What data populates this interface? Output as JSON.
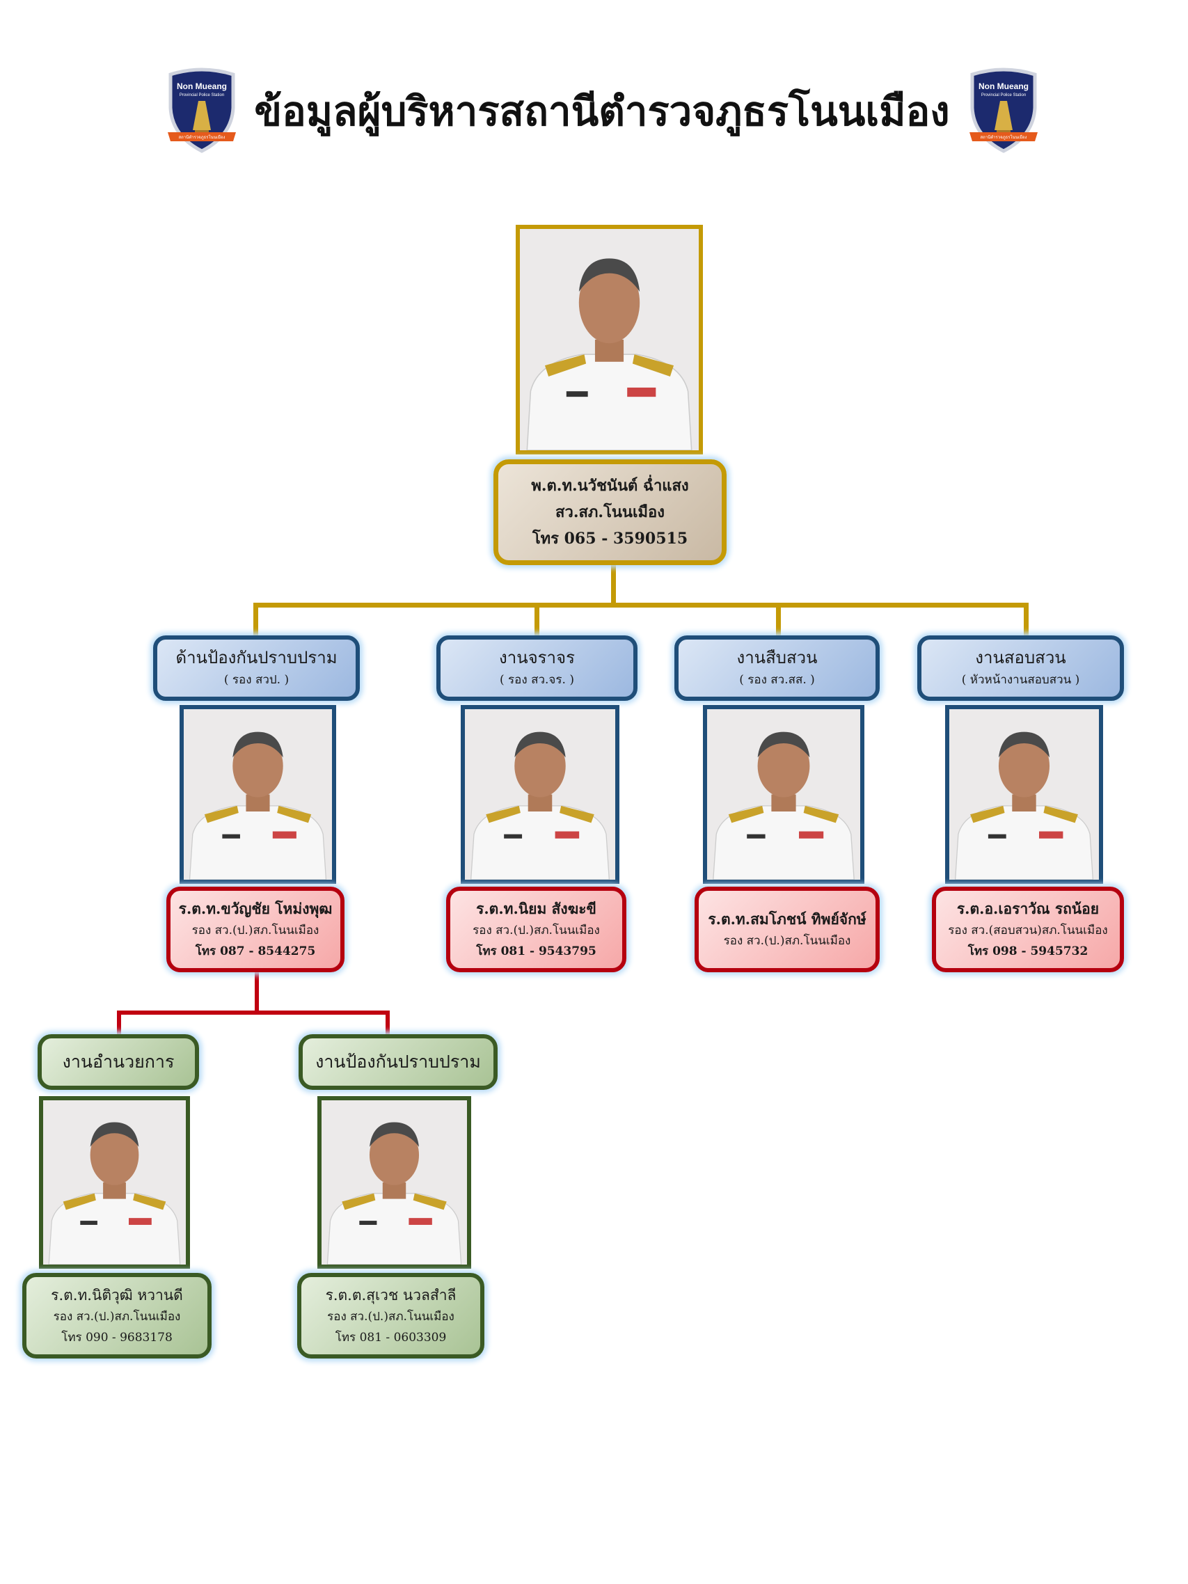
{
  "title": "ข้อมูลผู้บริหารสถานีตำรวจภูธรโนนเมือง",
  "logo": {
    "name": "Non Mueang",
    "subtitle": "Provincial Police Station",
    "ribbon": "สถานีตำรวจภูธรโนนเมือง"
  },
  "colors": {
    "gold": "#c49a06",
    "blue": "#1f4e79",
    "red": "#b5000f",
    "green": "#3a5a24"
  },
  "chief": {
    "name": "พ.ต.ท.นวัชนันต์  ฉ่ำแสง",
    "position": "สว.สภ.โนนเมือง",
    "phone": "โทร 065 - 3590515"
  },
  "divisions": [
    {
      "title": "ด้านป้องกันปราบปราม",
      "subtitle": "( รอง สวป. )",
      "name": "ร.ต.ท.ขวัญชัย  โหม่งพุฒ",
      "position": "รอง สว.(ป.)สภ.โนนเมือง",
      "phone": "โทร  087 - 8544275"
    },
    {
      "title": "งานจราจร",
      "subtitle": "( รอง สว.จร. )",
      "name": "ร.ต.ท.นิยม  สังฆะขี",
      "position": "รอง สว.(ป.)สภ.โนนเมือง",
      "phone": "โทร 081 - 9543795"
    },
    {
      "title": "งานสืบสวน",
      "subtitle": "( รอง สว.สส. )",
      "name": "ร.ต.ท.สมโภชน์  ทิพย์จักษ์",
      "position": "รอง สว.(ป.)สภ.โนนเมือง",
      "phone": ""
    },
    {
      "title": "งานสอบสวน",
      "subtitle": "( หัวหน้างานสอบสวน )",
      "name": "ร.ต.อ.เอราวัณ  รถน้อย",
      "position": "รอง สว.(สอบสวน)สภ.โนนเมือง",
      "phone": "โทร 098 - 5945732"
    }
  ],
  "sub_units": [
    {
      "title": "งานอำนวยการ",
      "name": "ร.ต.ท.นิติวุฒิ  หวานดี",
      "position": "รอง สว.(ป.)สภ.โนนเมือง",
      "phone": "โทร 090 - 9683178"
    },
    {
      "title": "งานป้องกันปราบปราม",
      "name": "ร.ต.ต.สุเวช  นวลสำลี",
      "position": "รอง สว.(ป.)สภ.โนนเมือง",
      "phone": "โทร 081 - 0603309"
    }
  ]
}
